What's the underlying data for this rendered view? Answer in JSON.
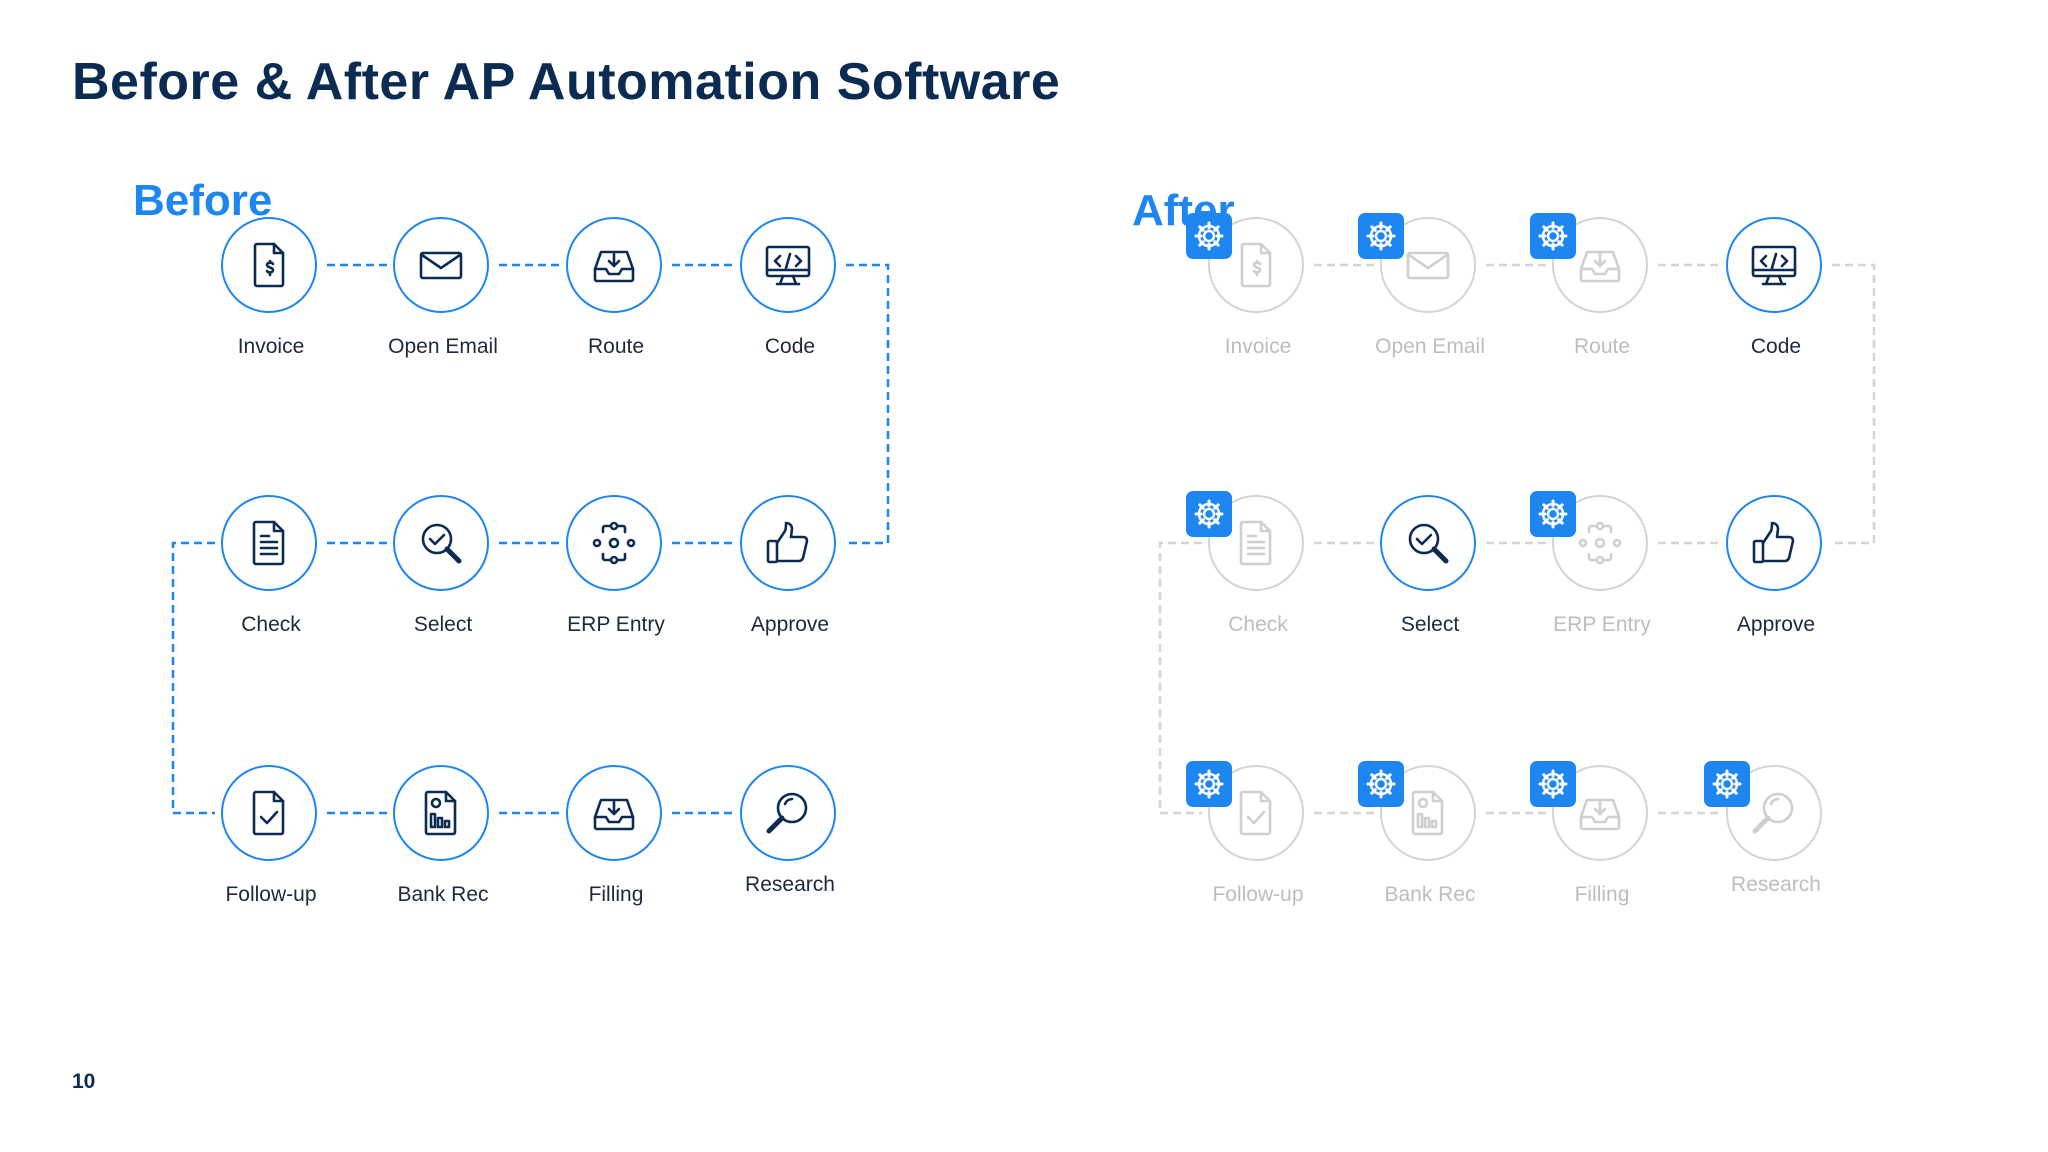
{
  "title": "Before & After AP Automation Software",
  "page_number": "10",
  "colors": {
    "title": "#0c2b52",
    "accent": "#1e86f0",
    "icon": "#0c2b52",
    "faded": "#cfcfcf",
    "connector_before": "#1e86f0",
    "connector_after": "#d4d4d4"
  },
  "before": {
    "heading": "Before",
    "steps": [
      {
        "label": "Invoice",
        "icon": "invoice-icon"
      },
      {
        "label": "Open Email",
        "icon": "email-icon"
      },
      {
        "label": "Route",
        "icon": "inbox-icon"
      },
      {
        "label": "Code",
        "icon": "code-monitor-icon"
      },
      {
        "label": "Approve",
        "icon": "thumbs-up-icon"
      },
      {
        "label": "ERP Entry",
        "icon": "network-icon"
      },
      {
        "label": "Select",
        "icon": "magnifier-check-icon"
      },
      {
        "label": "Check",
        "icon": "document-lines-icon"
      },
      {
        "label": "Follow-up",
        "icon": "document-check-icon"
      },
      {
        "label": "Bank Rec",
        "icon": "report-chart-icon"
      },
      {
        "label": "Filling",
        "icon": "inbox-icon"
      },
      {
        "label": "Research",
        "icon": "search-icon"
      }
    ]
  },
  "after": {
    "heading": "After",
    "steps": [
      {
        "label": "Invoice",
        "icon": "invoice-icon",
        "automated": true
      },
      {
        "label": "Open Email",
        "icon": "email-icon",
        "automated": true
      },
      {
        "label": "Route",
        "icon": "inbox-icon",
        "automated": true
      },
      {
        "label": "Code",
        "icon": "code-monitor-icon",
        "automated": false
      },
      {
        "label": "Approve",
        "icon": "thumbs-up-icon",
        "automated": false
      },
      {
        "label": "ERP Entry",
        "icon": "network-icon",
        "automated": true
      },
      {
        "label": "Select",
        "icon": "magnifier-check-icon",
        "automated": false
      },
      {
        "label": "Check",
        "icon": "document-lines-icon",
        "automated": true
      },
      {
        "label": "Follow-up",
        "icon": "document-check-icon",
        "automated": true
      },
      {
        "label": "Bank Rec",
        "icon": "report-chart-icon",
        "automated": true
      },
      {
        "label": "Filling",
        "icon": "inbox-icon",
        "automated": true
      },
      {
        "label": "Research",
        "icon": "search-icon",
        "automated": true
      }
    ]
  }
}
